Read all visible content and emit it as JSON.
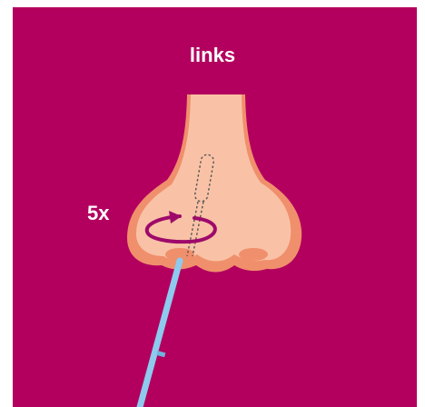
{
  "title": "links",
  "repeat_label": "5x",
  "icons": [
    "nose-illustration",
    "swab-icon",
    "rotation-arrow-icon"
  ],
  "colors": {
    "background": "#b3005e",
    "skin": "#f9c2a6",
    "skin_shadow": "#f08f6c",
    "swab": "#8ec9ee",
    "rotation_arrow": "#9e0a6a",
    "text": "#ffffff"
  }
}
